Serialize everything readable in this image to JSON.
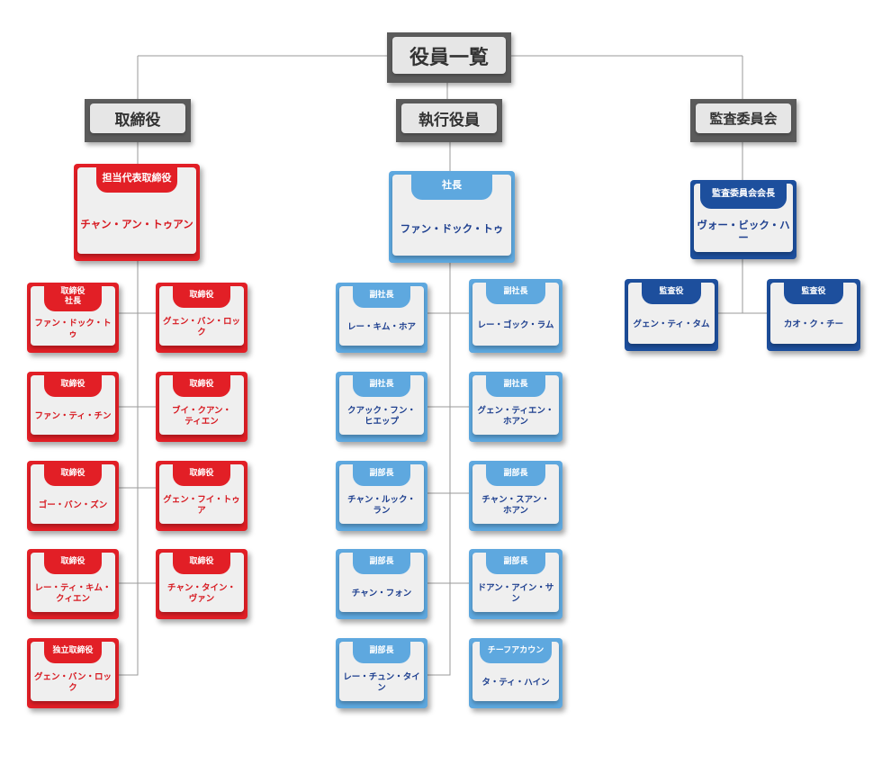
{
  "title": "役員一覧",
  "columns": [
    {
      "title": "取締役",
      "lead": {
        "role": "担当代表取締役",
        "name": "チャン・アン・トゥアン"
      },
      "members": [
        {
          "role": "取締役\n社長",
          "name": "ファン・ドック・トゥ"
        },
        {
          "role": "取締役",
          "name": "グェン・バン・ロック"
        },
        {
          "role": "取締役",
          "name": "ファン・ティ・チン"
        },
        {
          "role": "取締役",
          "name": "ブイ・クアン・\nティエン"
        },
        {
          "role": "取締役",
          "name": "ゴー・バン・ズン"
        },
        {
          "role": "取締役",
          "name": "グェン・フイ・トゥア"
        },
        {
          "role": "取締役",
          "name": "レー・ティ・キム・\nクィエン"
        },
        {
          "role": "取締役",
          "name": "チャン・タイン・\nヴァン"
        },
        {
          "role": "独立取締役",
          "name": "グェン・バン・ロック"
        }
      ]
    },
    {
      "title": "執行役員",
      "lead": {
        "role": "社長",
        "name": "ファン・ドック・トゥ"
      },
      "members": [
        {
          "role": "副社長",
          "name": "レー・キム・ホア"
        },
        {
          "role": "副社長",
          "name": "レー・ゴック・ラム"
        },
        {
          "role": "副社長",
          "name": "クアック・フン・\nヒエップ"
        },
        {
          "role": "副社長",
          "name": "グェン・ティエン・\nホアン"
        },
        {
          "role": "副部長",
          "name": "チャン・ルック・\nラン"
        },
        {
          "role": "副部長",
          "name": "チャン・スアン・\nホアン"
        },
        {
          "role": "副部長",
          "name": "チャン・フォン"
        },
        {
          "role": "副部長",
          "name": "ドアン・アイン・サン"
        },
        {
          "role": "副部長",
          "name": "レー・チュン・タイン"
        },
        {
          "role": "チーフアカウン",
          "name": "タ・ティ・ハイン"
        }
      ]
    },
    {
      "title": "監査委員会",
      "lead": {
        "role": "監査委員会会長",
        "name": "ヴォー・ビック・ハー"
      },
      "members": [
        {
          "role": "監査役",
          "name": "グェン・ティ・タム"
        },
        {
          "role": "監査役",
          "name": "カオ・ク・チー"
        }
      ]
    }
  ],
  "colors": {
    "board": "#e21f26",
    "executive": "#5ea8df",
    "audit": "#1d4f9d",
    "header": "#5b5b5b",
    "connector": "#9a9a9a"
  }
}
